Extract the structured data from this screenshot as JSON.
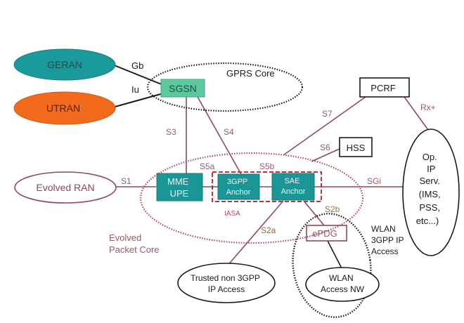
{
  "diagram": {
    "title": "SAE / EPC network architecture",
    "nodes": {
      "geran": "GERAN",
      "utran": "UTRAN",
      "sgsn": "SGSN",
      "gprs_core": "GPRS Core",
      "pcrf": "PCRF",
      "hss": "HSS",
      "evolved_ran": "Evolved RAN",
      "mme_upe": [
        "MME",
        "UPE"
      ],
      "anchor_3gpp": [
        "3GPP",
        "Anchor"
      ],
      "sae_anchor": [
        "SAE",
        "Anchor"
      ],
      "iasa": "IASA",
      "evolved_packet_core": [
        "Evolved",
        "Packet Core"
      ],
      "op_ip_serv": [
        "Op.",
        "IP",
        "Serv.",
        "(IMS,",
        "PSS,",
        "etc...)"
      ],
      "epdg": "ePDG",
      "wlan_3gpp_ip_access": [
        "WLAN",
        "3GPP IP",
        "Access"
      ],
      "trusted_non_3gpp": [
        "Trusted non 3GPP",
        "IP Access"
      ],
      "wlan_access_nw": [
        "WLAN",
        "Access NW"
      ]
    },
    "interfaces": {
      "gb": "Gb",
      "iu": "Iu",
      "s1": "S1",
      "s3": "S3",
      "s4": "S4",
      "s5a": "S5a",
      "s5b": "S5b",
      "s6": "S6",
      "s7": "S7",
      "rx_plus": "Rx+",
      "sgi": "SGi",
      "s2a": "S2a",
      "s2b": "S2b"
    },
    "colors": {
      "geran_fill": "#1a9a9a",
      "utran_fill": "#f26a1b",
      "sgsn_fill": "#5cc99a",
      "epc_node_fill": "#1a9696",
      "interface_line": "#8f4a55",
      "epc_boundary": "#b5485c",
      "iasa_boundary": "#c0303f",
      "black_line": "#1a1a1a"
    }
  }
}
